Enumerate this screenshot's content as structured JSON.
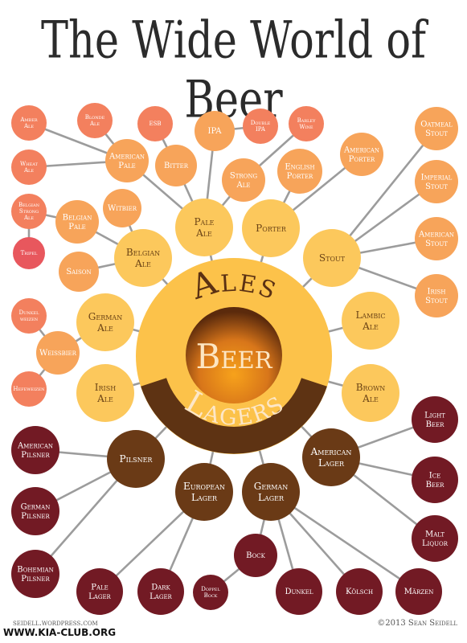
{
  "title": "The Wide World of Beer",
  "colors": {
    "ale_ring": "#fcc24a",
    "ale_node": "#fcc85c",
    "amber_node": "#f7a45a",
    "salmon_node": "#f3805e",
    "red_node": "#e8575d",
    "lager_dark": "#6a3a16",
    "lager_red": "#721a24",
    "line": "#9c9c9c",
    "center_dark": "#5a2a0c",
    "center_light": "#f19a1e"
  },
  "center": {
    "ales_label": "Ales",
    "beer_label": "Beer",
    "lagers_label": "Lagers"
  },
  "nodes": [
    {
      "id": "pale-ale",
      "label": "Pale Ale",
      "tier": "ale"
    },
    {
      "id": "porter",
      "label": "Porter",
      "tier": "ale"
    },
    {
      "id": "stout",
      "label": "Stout",
      "tier": "ale"
    },
    {
      "id": "belgian-ale",
      "label": "Belgian Ale",
      "tier": "ale"
    },
    {
      "id": "german-ale",
      "label": "German Ale",
      "tier": "ale"
    },
    {
      "id": "irish-ale",
      "label": "Irish Ale",
      "tier": "ale"
    },
    {
      "id": "lambic-ale",
      "label": "Lambic Ale",
      "tier": "ale"
    },
    {
      "id": "brown-ale",
      "label": "Brown Ale",
      "tier": "ale"
    },
    {
      "id": "american-pale",
      "label": "American Pale",
      "tier": "amber"
    },
    {
      "id": "bitter",
      "label": "Bitter",
      "tier": "amber"
    },
    {
      "id": "ipa",
      "label": "IPA",
      "tier": "amber"
    },
    {
      "id": "strong-ale",
      "label": "Strong Ale",
      "tier": "amber"
    },
    {
      "id": "english-porter",
      "label": "English Porter",
      "tier": "amber"
    },
    {
      "id": "american-porter",
      "label": "American Porter",
      "tier": "amber"
    },
    {
      "id": "oatmeal-stout",
      "label": "Oatmeal Stout",
      "tier": "amber"
    },
    {
      "id": "imperial-stout",
      "label": "Imperial Stout",
      "tier": "amber"
    },
    {
      "id": "american-stout",
      "label": "American Stout",
      "tier": "amber"
    },
    {
      "id": "irish-stout",
      "label": "Irish Stout",
      "tier": "amber"
    },
    {
      "id": "witbier",
      "label": "Witbier",
      "tier": "amber"
    },
    {
      "id": "belgian-pale",
      "label": "Belgian Pale",
      "tier": "amber"
    },
    {
      "id": "saison",
      "label": "Saison",
      "tier": "amber"
    },
    {
      "id": "weissbier",
      "label": "Weissbier",
      "tier": "amber"
    },
    {
      "id": "amber-ale",
      "label": "Amber Ale",
      "tier": "salmon"
    },
    {
      "id": "blonde-ale",
      "label": "Blonde Ale",
      "tier": "salmon"
    },
    {
      "id": "esb",
      "label": "ESB",
      "tier": "salmon"
    },
    {
      "id": "double-ipa",
      "label": "Double IPA",
      "tier": "salmon"
    },
    {
      "id": "barley-wine",
      "label": "Barley Wine",
      "tier": "salmon"
    },
    {
      "id": "wheat-ale",
      "label": "Wheat Ale",
      "tier": "salmon"
    },
    {
      "id": "belgian-strong-ale",
      "label": "Belgian Strong Ale",
      "tier": "salmon"
    },
    {
      "id": "tripel",
      "label": "Tripel",
      "tier": "red"
    },
    {
      "id": "dunkelweizen",
      "label": "Dunkel-weizen",
      "tier": "salmon"
    },
    {
      "id": "hefeweizen",
      "label": "Hefeweizen",
      "tier": "salmon"
    },
    {
      "id": "pilsner",
      "label": "Pilsner",
      "tier": "lager"
    },
    {
      "id": "european-lager",
      "label": "European Lager",
      "tier": "lager"
    },
    {
      "id": "german-lager",
      "label": "German Lager",
      "tier": "lager"
    },
    {
      "id": "american-lager",
      "label": "American Lager",
      "tier": "lager"
    },
    {
      "id": "american-pilsner",
      "label": "American Pilsner",
      "tier": "lagerred"
    },
    {
      "id": "german-pilsner",
      "label": "German Pilsner",
      "tier": "lagerred"
    },
    {
      "id": "bohemian-pilsner",
      "label": "Bohemian Pilsner",
      "tier": "lagerred"
    },
    {
      "id": "pale-lager",
      "label": "Pale Lager",
      "tier": "lagerred"
    },
    {
      "id": "dark-lager",
      "label": "Dark Lager",
      "tier": "lagerred"
    },
    {
      "id": "doppel-bock",
      "label": "Doppel Bock",
      "tier": "lagerred"
    },
    {
      "id": "bock",
      "label": "Bock",
      "tier": "lagerred"
    },
    {
      "id": "dunkel",
      "label": "Dunkel",
      "tier": "lagerred"
    },
    {
      "id": "kolsch",
      "label": "Kölsch",
      "tier": "lagerred"
    },
    {
      "id": "marzen",
      "label": "Märzen",
      "tier": "lagerred"
    },
    {
      "id": "light-beer",
      "label": "Light Beer",
      "tier": "lagerred"
    },
    {
      "id": "ice-beer",
      "label": "Ice Beer",
      "tier": "lagerred"
    },
    {
      "id": "malt-liquor",
      "label": "Malt Liquor",
      "tier": "lagerred"
    }
  ],
  "edges": [
    [
      "center",
      "pale-ale"
    ],
    [
      "center",
      "porter"
    ],
    [
      "center",
      "stout"
    ],
    [
      "center",
      "belgian-ale"
    ],
    [
      "center",
      "german-ale"
    ],
    [
      "center",
      "irish-ale"
    ],
    [
      "center",
      "lambic-ale"
    ],
    [
      "center",
      "brown-ale"
    ],
    [
      "pale-ale",
      "american-pale"
    ],
    [
      "pale-ale",
      "bitter"
    ],
    [
      "pale-ale",
      "ipa"
    ],
    [
      "pale-ale",
      "strong-ale"
    ],
    [
      "porter",
      "english-porter"
    ],
    [
      "porter",
      "american-porter"
    ],
    [
      "stout",
      "oatmeal-stout"
    ],
    [
      "stout",
      "imperial-stout"
    ],
    [
      "stout",
      "american-stout"
    ],
    [
      "stout",
      "irish-stout"
    ],
    [
      "belgian-ale",
      "witbier"
    ],
    [
      "belgian-ale",
      "belgian-pale"
    ],
    [
      "belgian-ale",
      "saison"
    ],
    [
      "german-ale",
      "weissbier"
    ],
    [
      "american-pale",
      "amber-ale"
    ],
    [
      "american-pale",
      "blonde-ale"
    ],
    [
      "american-pale",
      "wheat-ale"
    ],
    [
      "bitter",
      "esb"
    ],
    [
      "ipa",
      "double-ipa"
    ],
    [
      "strong-ale",
      "barley-wine"
    ],
    [
      "belgian-pale",
      "belgian-strong-ale"
    ],
    [
      "belgian-strong-ale",
      "tripel"
    ],
    [
      "weissbier",
      "dunkelweizen"
    ],
    [
      "weissbier",
      "hefeweizen"
    ],
    [
      "center",
      "pilsner"
    ],
    [
      "center",
      "european-lager"
    ],
    [
      "center",
      "german-lager"
    ],
    [
      "center",
      "american-lager"
    ],
    [
      "pilsner",
      "american-pilsner"
    ],
    [
      "pilsner",
      "german-pilsner"
    ],
    [
      "pilsner",
      "bohemian-pilsner"
    ],
    [
      "european-lager",
      "pale-lager"
    ],
    [
      "european-lager",
      "dark-lager"
    ],
    [
      "german-lager",
      "bock"
    ],
    [
      "german-lager",
      "dunkel"
    ],
    [
      "german-lager",
      "kolsch"
    ],
    [
      "german-lager",
      "marzen"
    ],
    [
      "bock",
      "doppel-bock"
    ],
    [
      "american-lager",
      "light-beer"
    ],
    [
      "american-lager",
      "ice-beer"
    ],
    [
      "american-lager",
      "malt-liquor"
    ]
  ],
  "footer": {
    "left": "seidell.wordpress.com",
    "right": "©2013 Sean Seidell",
    "watermark": "WWW.KIA-CLUB.ORG"
  }
}
